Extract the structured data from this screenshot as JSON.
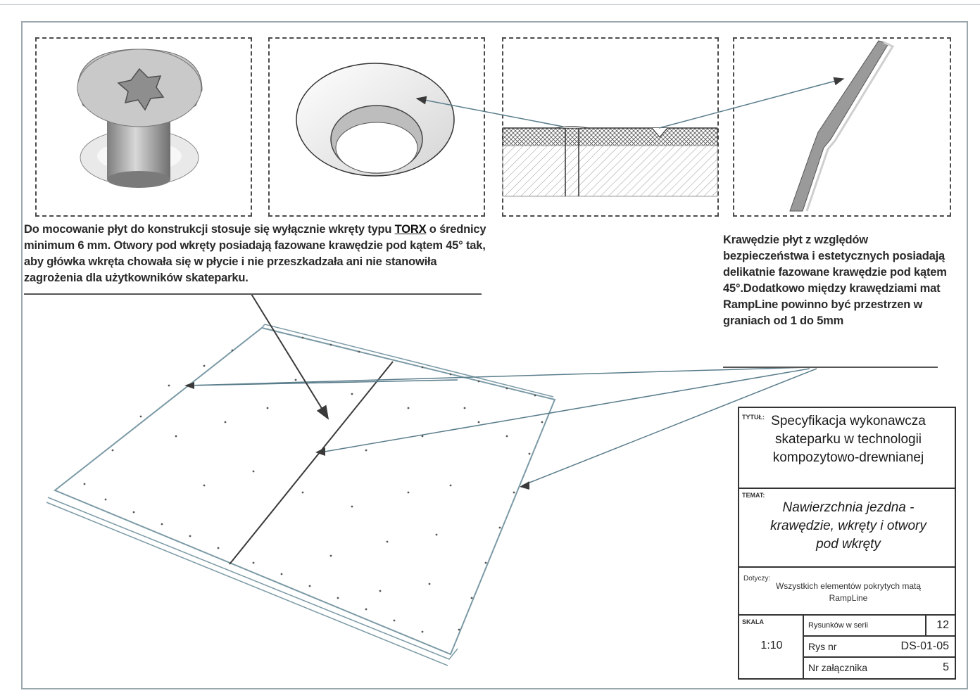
{
  "texts": {
    "fixing_paragraph_part1": "Do mocowanie płyt do konstrukcji stosuje się wyłącznie wkręty typu ",
    "fixing_paragraph_torx": "TORX",
    "fixing_paragraph_part2": " o średnicy minimum 6 mm. Otwory pod wkręty posiadają fazowane krawędzie pod kątem 45° tak, aby główka wkręta chowała się w płycie i nie przeszkadzała ani nie stanowiła zagrożenia dla użytkowników skateparku.",
    "edges_paragraph": "Krawędzie płyt z względów bezpieczeństwa i estetycznych posiadają delikatnie fazowane krawędzie pod kątem 45°.Dodatkowo między krawędziami mat RampLine powinno być przestrzen w graniach od 1 do 5mm"
  },
  "title_block": {
    "tytul_label": "TYTUŁ:",
    "tytul": "Specyfikacja wykonawcza skateparku w technologii kompozytowo-drewnianej",
    "temat_label": "TEMAT:",
    "temat": "Nawierzchnia jezdna - krawędzie, wkręty i otwory pod wkręty",
    "dotyczy_label": "Dotyczy:",
    "dotyczy": "Wszystkich elementów pokrytych matą RampLine",
    "skala_label": "SKALA",
    "skala": "1:10",
    "rysunkow_label": "Rysunków w serii",
    "rysunkow": "12",
    "rys_nr_label": "Rys nr",
    "rys_nr": "DS-01-05",
    "zalacznik_label": "Nr załącznika",
    "zalacznik": "5"
  },
  "colors": {
    "line": "#3a3a3a",
    "leader": "#5a7d8c",
    "screw": "#b8b8b8",
    "hatch": "#888888"
  }
}
